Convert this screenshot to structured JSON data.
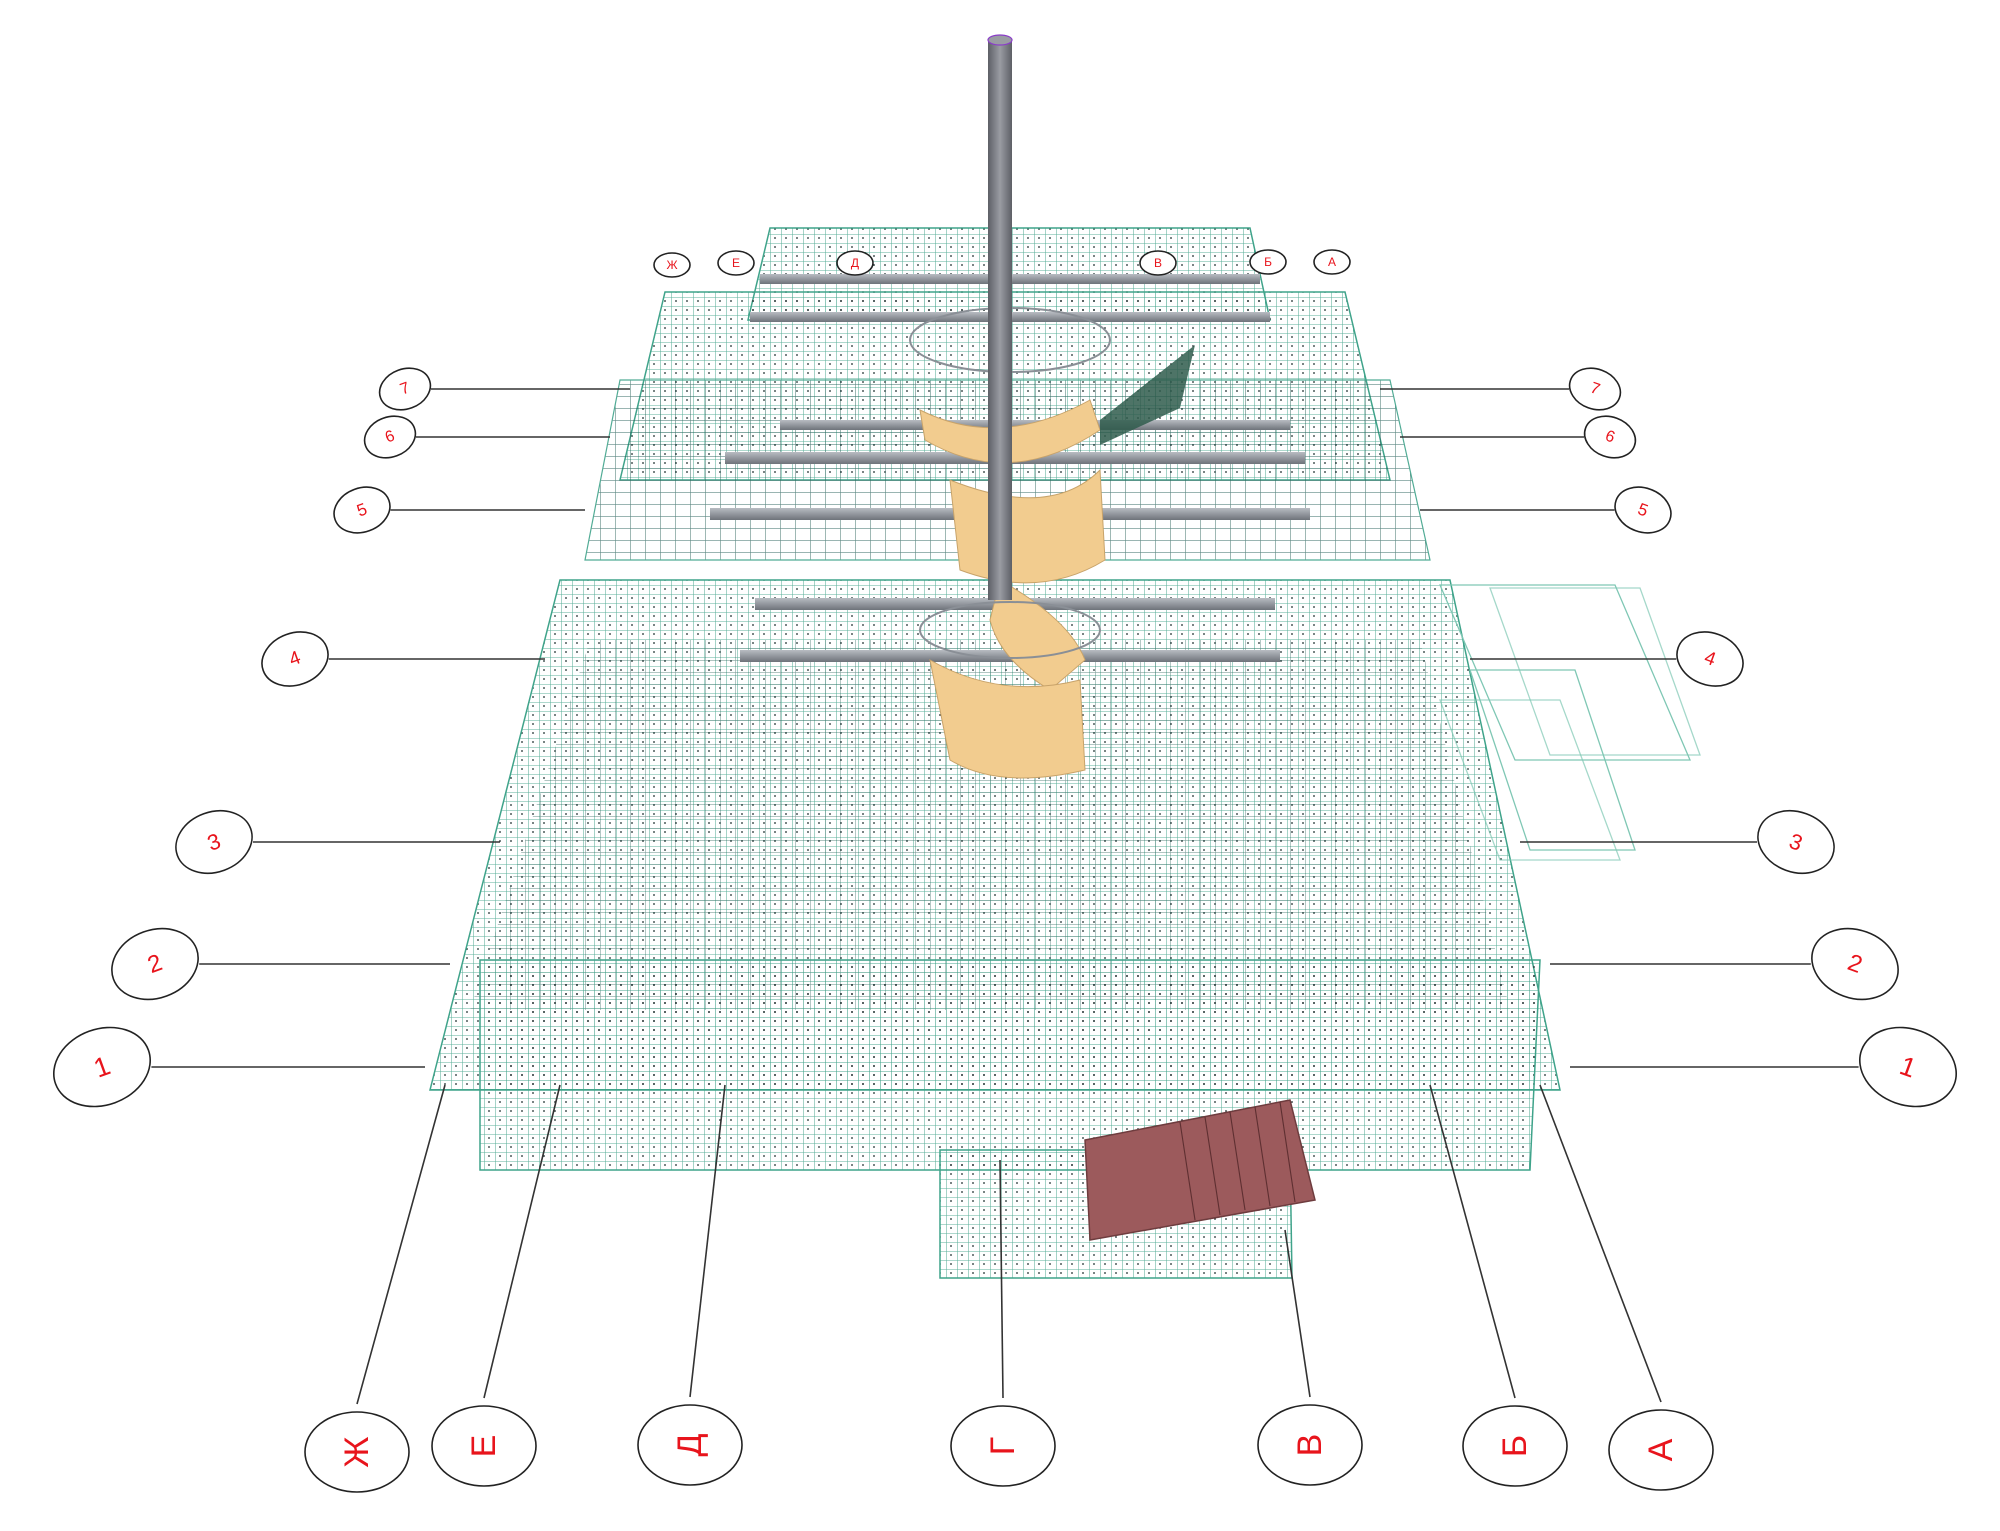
{
  "colors": {
    "rebar_light": "#3fa38a",
    "rebar_dark": "#1f5a52",
    "beam": "#8a8f96",
    "column": "#7d7f86",
    "stair_wood": "#f2cc8f",
    "stair_stone": "#9c5a5c",
    "label_red": "#e8141c"
  },
  "axes": {
    "numbers": [
      {
        "id": "7",
        "label": "7"
      },
      {
        "id": "6",
        "label": "6"
      },
      {
        "id": "5",
        "label": "5"
      },
      {
        "id": "4",
        "label": "4"
      },
      {
        "id": "3",
        "label": "3"
      },
      {
        "id": "2",
        "label": "2"
      },
      {
        "id": "1",
        "label": "1"
      }
    ],
    "letters_top": [
      {
        "id": "zh",
        "label": "Ж"
      },
      {
        "id": "e",
        "label": "Е"
      },
      {
        "id": "d",
        "label": "Д"
      },
      {
        "id": "v",
        "label": "В"
      },
      {
        "id": "b",
        "label": "Б"
      },
      {
        "id": "a",
        "label": "А"
      }
    ],
    "letters_bottom": [
      {
        "id": "zh",
        "label": "Ж"
      },
      {
        "id": "e",
        "label": "Е"
      },
      {
        "id": "d",
        "label": "Д"
      },
      {
        "id": "g",
        "label": "Г"
      },
      {
        "id": "v",
        "label": "В"
      },
      {
        "id": "b",
        "label": "Б"
      },
      {
        "id": "a",
        "label": "А"
      }
    ]
  }
}
